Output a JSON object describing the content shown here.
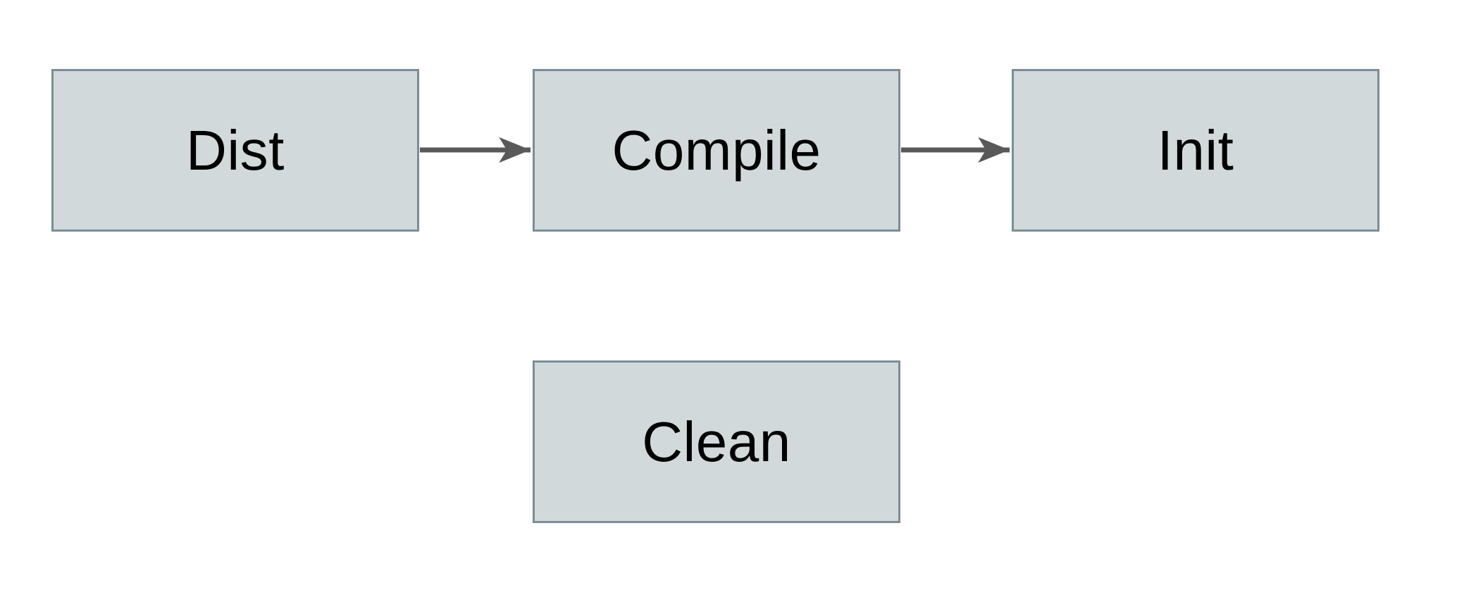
{
  "diagram": {
    "type": "flowchart",
    "nodes": [
      {
        "id": "dist",
        "label": "Dist"
      },
      {
        "id": "compile",
        "label": "Compile"
      },
      {
        "id": "init",
        "label": "Init"
      },
      {
        "id": "clean",
        "label": "Clean"
      }
    ],
    "edges": [
      {
        "from": "dist",
        "to": "compile",
        "style": "arrow-right"
      },
      {
        "from": "compile",
        "to": "init",
        "style": "arrow-right"
      }
    ],
    "colors": {
      "background": "#ffffff",
      "node_fill": "#d2d9db",
      "node_border": "#7a8e98",
      "arrow": "#595959",
      "text": "#000000"
    }
  }
}
